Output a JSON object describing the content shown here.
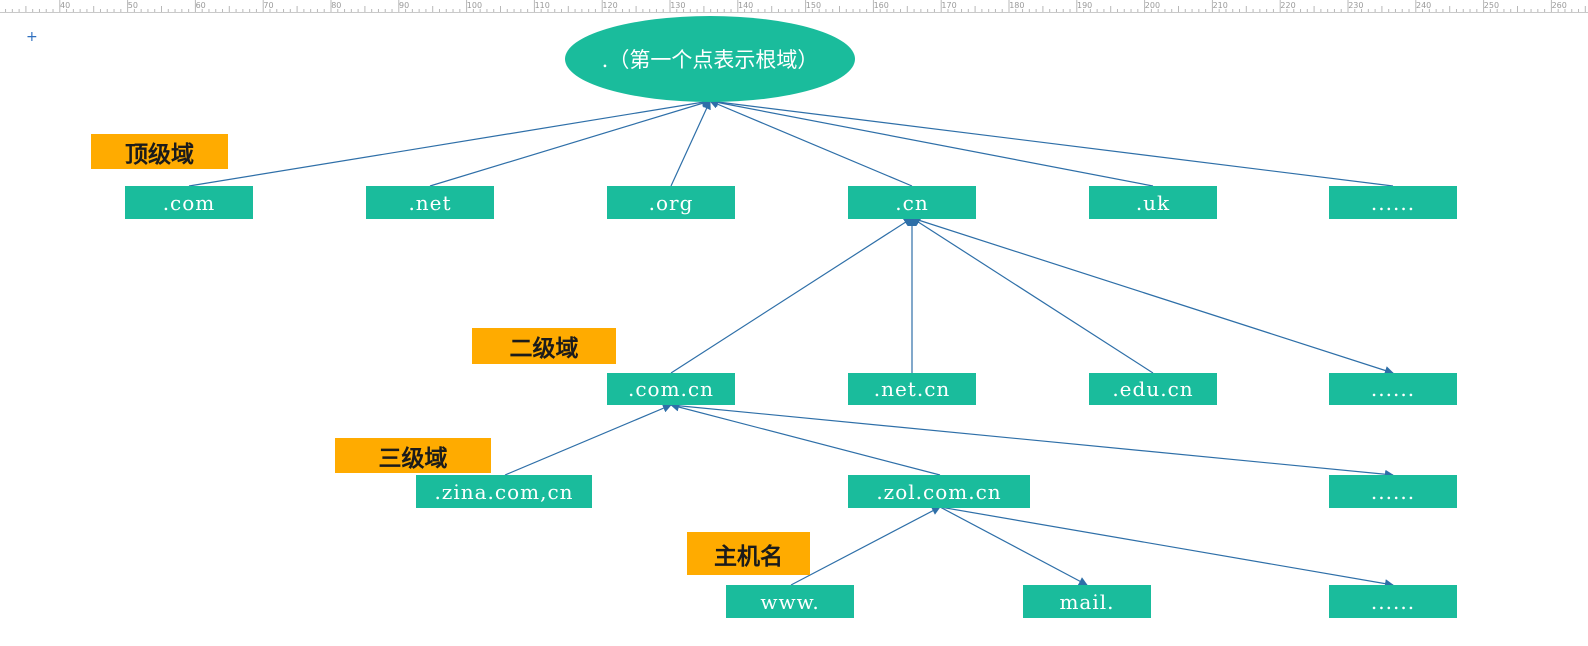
{
  "ruler": {
    "labels": [
      "40",
      "50",
      "60",
      "70",
      "80",
      "90",
      "100",
      "110",
      "120",
      "130",
      "140",
      "150",
      "160",
      "170",
      "180",
      "190",
      "200",
      "210",
      "220",
      "230",
      "240",
      "250",
      "260"
    ]
  },
  "canvas": {
    "plus_marker": "+"
  },
  "root": {
    "label": ".（第一个点表示根域）"
  },
  "level_labels": {
    "top": "顶级域",
    "second": "二级域",
    "third": "三级域",
    "host": "主机名"
  },
  "nodes": {
    "com": ".com",
    "net": ".net",
    "org": ".org",
    "cn": ".cn",
    "uk": ".uk",
    "top_more": "......",
    "com_cn": ".com.cn",
    "net_cn": ".net.cn",
    "edu_cn": ".edu.cn",
    "second_more": "......",
    "zina": ".zina.com,cn",
    "zol": ".zol.com.cn",
    "third_more": "......",
    "www": "www.",
    "mail": "mail.",
    "host_more": "......"
  },
  "colors": {
    "node_fill": "#1abc9c",
    "label_fill": "#ffab00",
    "edge": "#2e6fa8",
    "node_text": "#ffffff"
  }
}
